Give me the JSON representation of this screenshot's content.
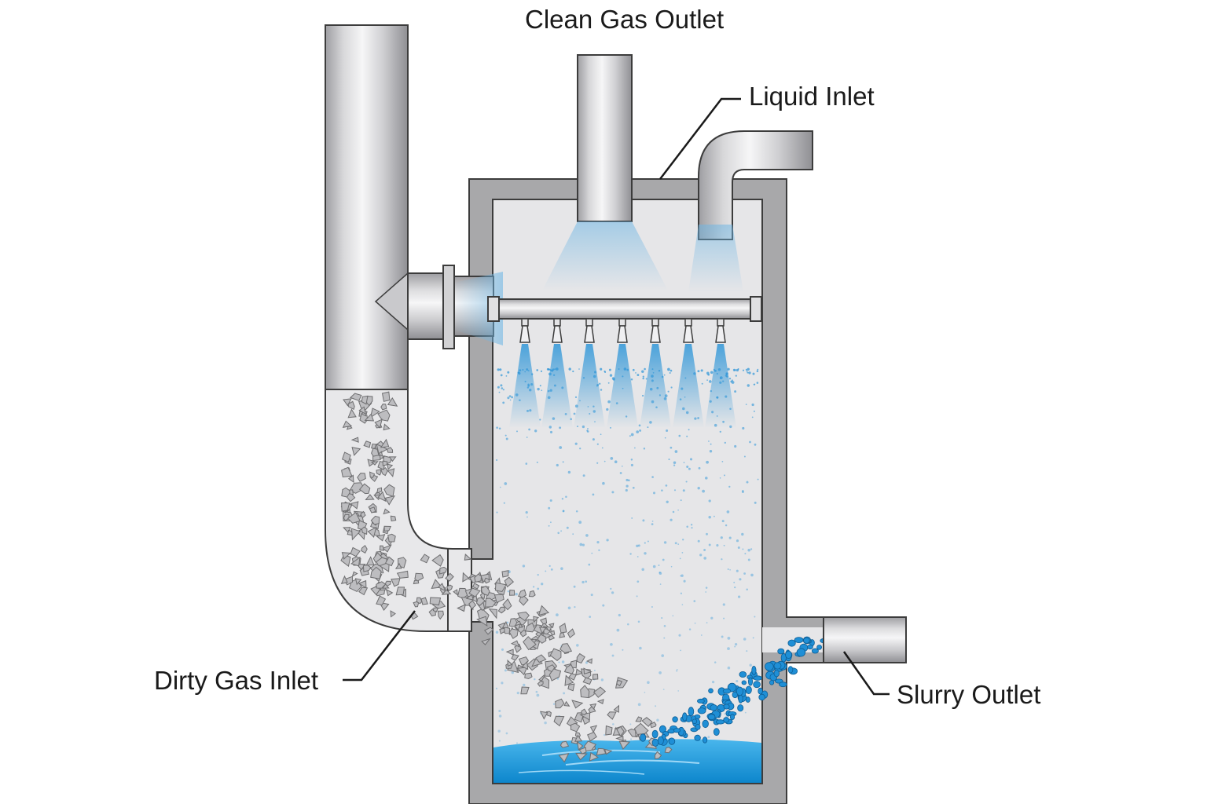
{
  "labels": {
    "clean_gas_outlet": "Clean Gas Outlet",
    "liquid_inlet": "Liquid Inlet",
    "dirty_gas_inlet": "Dirty Gas Inlet",
    "slurry_outlet": "Slurry Outlet"
  },
  "colors": {
    "wall": "#a8a8aa",
    "wall_edge": "#3c3c3c",
    "chamber": "#e6e6e8",
    "water": "#1e9fe0",
    "spray": "#2f96d8",
    "droplet": "#1f8fd6",
    "particle": "#8c8c8e"
  }
}
